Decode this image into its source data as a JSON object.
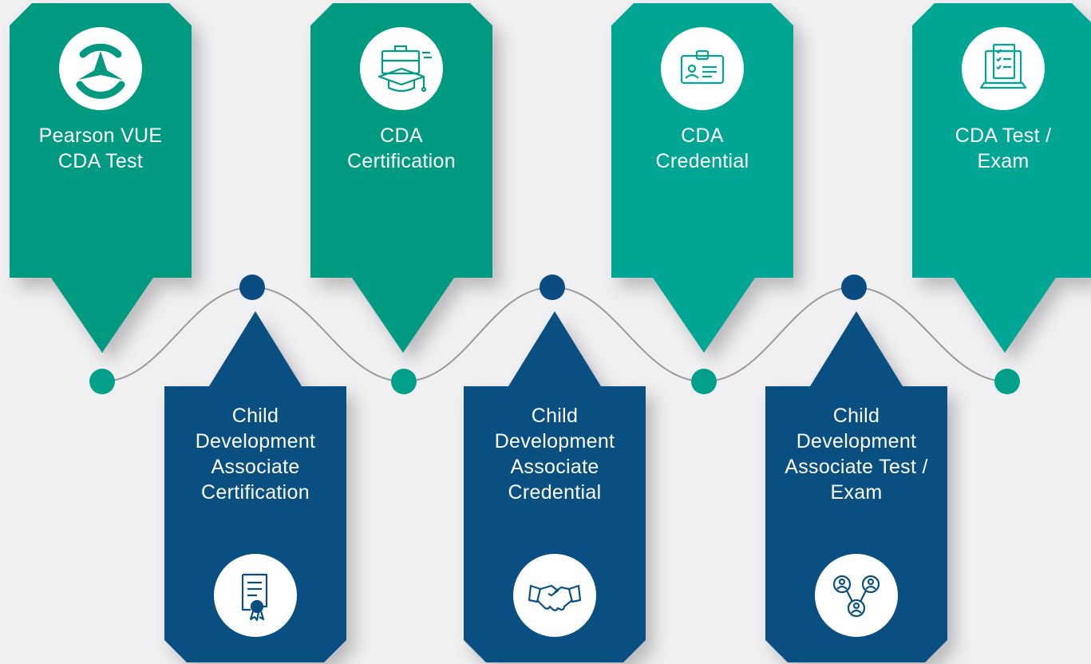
{
  "colors": {
    "background": "#f0eff2",
    "top_card_dark": "#009a80",
    "top_card_light": "#00a693",
    "bottom_card": "#0a4f82",
    "node_teal": "#00a08a",
    "node_blue": "#0b4c82",
    "wave_line": "#9a9a9a"
  },
  "top_cards": [
    {
      "title": "Pearson VUE\nCDA Test",
      "icon": "pearson-logo-icon"
    },
    {
      "title": "CDA\nCertification",
      "icon": "briefcase-graduation-cap-icon"
    },
    {
      "title": "CDA\nCredential",
      "icon": "id-badge-icon"
    },
    {
      "title": "CDA Test /\nExam",
      "icon": "laptop-checklist-icon"
    }
  ],
  "bottom_cards": [
    {
      "title": "Child\nDevelopment\nAssociate\nCertification",
      "icon": "certificate-ribbon-icon"
    },
    {
      "title": "Child\nDevelopment\nAssociate\nCredential",
      "icon": "handshake-icon"
    },
    {
      "title": "Child\nDevelopment\nAssociate Test /\nExam",
      "icon": "people-network-icon"
    }
  ]
}
